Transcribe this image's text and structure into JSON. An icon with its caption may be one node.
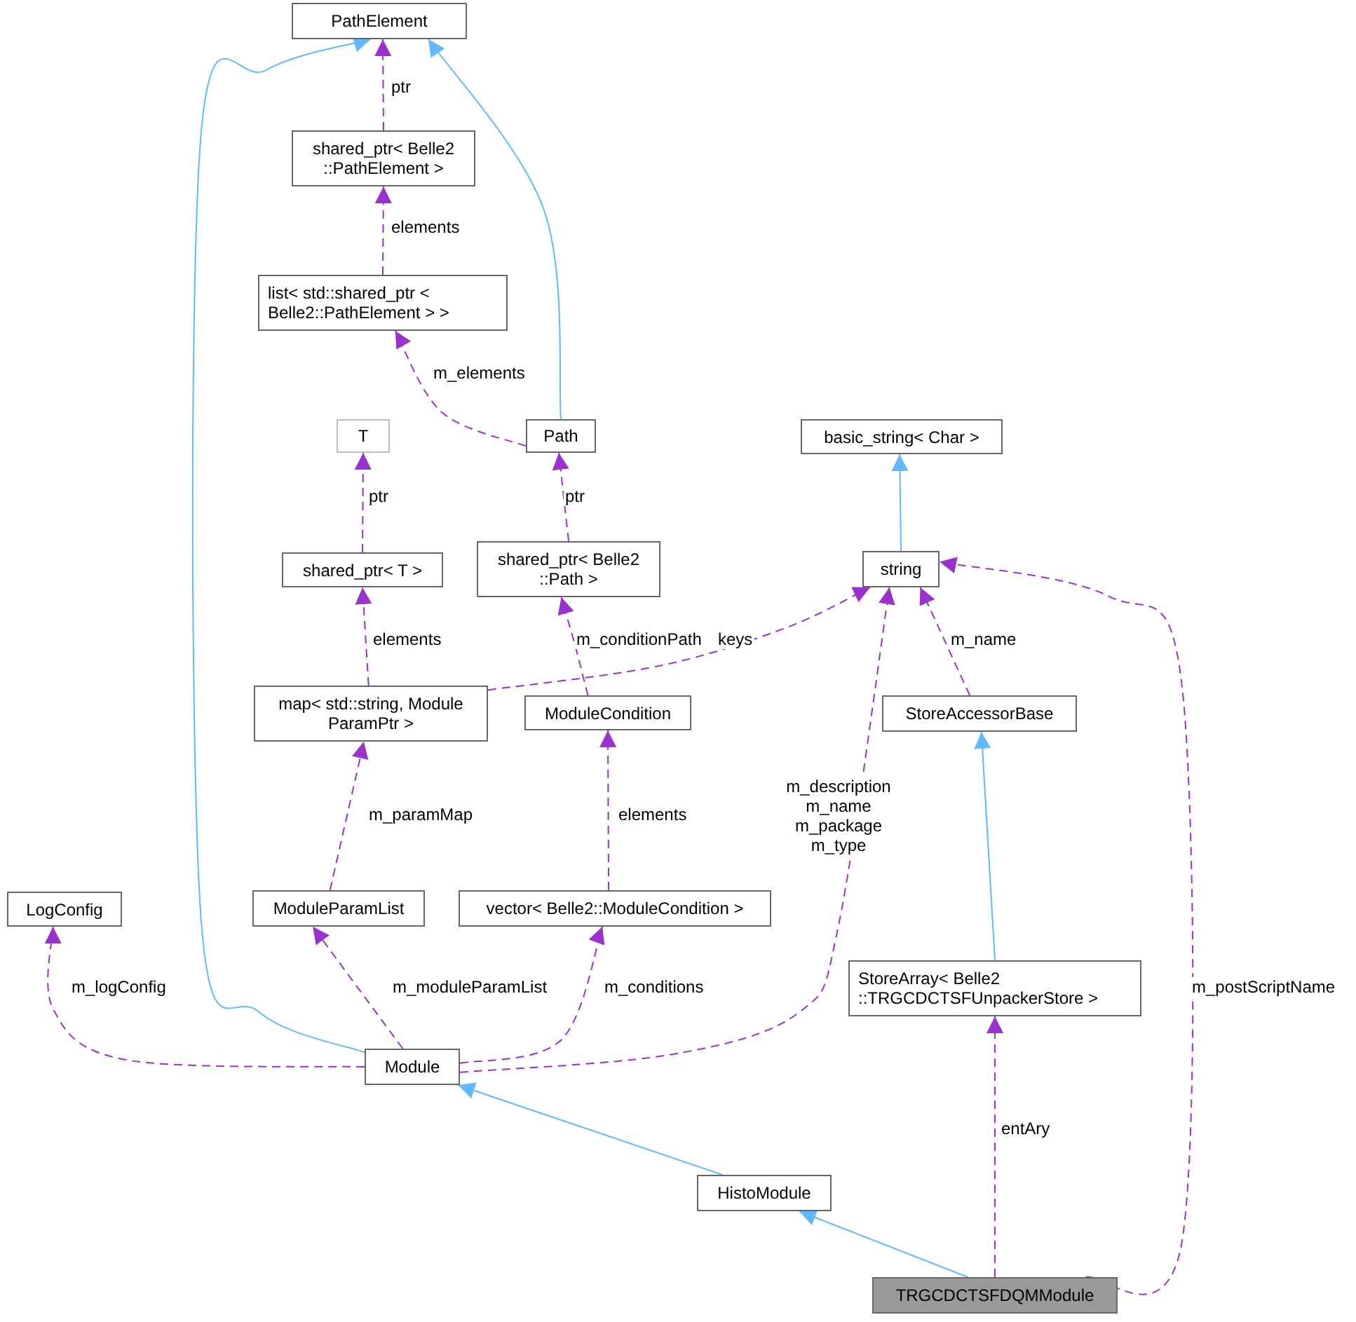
{
  "diagram": {
    "nodes": [
      {
        "text": [
          "PathElement"
        ]
      },
      {
        "text": [
          "shared_ptr< Belle2 ::PathElement >"
        ]
      },
      {
        "text": [
          "list< std::shared_ptr < Belle2::PathElement > >"
        ]
      },
      {
        "text": [
          "T"
        ]
      },
      {
        "text": [
          "Path"
        ]
      },
      {
        "text": [
          "basic_string< Char >"
        ]
      },
      {
        "text": [
          "shared_ptr< T >"
        ]
      },
      {
        "text": [
          "shared_ptr< Belle2 ::Path >"
        ]
      },
      {
        "text": [
          "string"
        ]
      },
      {
        "text": [
          "map< std::string, Module ParamPtr >"
        ]
      },
      {
        "text": [
          "ModuleCondition"
        ]
      },
      {
        "text": [
          "StoreAccessorBase"
        ]
      },
      {
        "text": [
          "LogConfig"
        ]
      },
      {
        "text": [
          "ModuleParamList"
        ]
      },
      {
        "text": [
          "vector< Belle2::ModuleCondition >"
        ]
      },
      {
        "text": [
          "StoreArray< Belle2 ::TRGCDCTSFUnpackerStore >"
        ]
      },
      {
        "text": [
          "Module"
        ]
      },
      {
        "text": [
          "HistoModule"
        ]
      },
      {
        "text": [
          "TRGCDCTSFDQMModule"
        ]
      }
    ],
    "edges": [
      {
        "from": 16,
        "to": 0,
        "arrow": "to",
        "color": "#63b8ff"
      },
      {
        "from": 4,
        "to": 0,
        "arrow": "to",
        "color": "#63b8ff"
      },
      {
        "from": 8,
        "to": 5,
        "arrow": "to",
        "color": "#63b8ff"
      },
      {
        "from": 15,
        "to": 11,
        "arrow": "to",
        "color": "#63b8ff"
      },
      {
        "from": 17,
        "to": 16,
        "arrow": "to",
        "color": "#63b8ff"
      },
      {
        "from": 18,
        "to": 17,
        "arrow": "to",
        "color": "#63b8ff"
      },
      {
        "from": 1,
        "to": 0,
        "arrow": "to",
        "style": "dashed",
        "label": "ptr"
      },
      {
        "from": 2,
        "to": 1,
        "arrow": "to",
        "style": "dashed",
        "label": "elements"
      },
      {
        "from": 4,
        "to": 2,
        "arrow": "to",
        "style": "dashed",
        "label": "m_elements"
      },
      {
        "from": 6,
        "to": 3,
        "arrow": "to",
        "style": "dashed",
        "label": "ptr"
      },
      {
        "from": 7,
        "to": 4,
        "arrow": "to",
        "style": "dashed",
        "label": "ptr"
      },
      {
        "from": 9,
        "to": 6,
        "arrow": "to",
        "style": "dashed",
        "label": "elements"
      },
      {
        "from": 9,
        "to": 8,
        "arrow": "to",
        "style": "dashed",
        "label": "keys"
      },
      {
        "from": 10,
        "to": 7,
        "arrow": "to",
        "style": "dashed",
        "label": "m_conditionPath"
      },
      {
        "from": 11,
        "to": 8,
        "arrow": "to",
        "style": "dashed",
        "label": "m_name"
      },
      {
        "from": 13,
        "to": 9,
        "arrow": "to",
        "style": "dashed",
        "label": "m_paramMap"
      },
      {
        "from": 14,
        "to": 10,
        "arrow": "to",
        "style": "dashed",
        "label": "elements"
      },
      {
        "from": 16,
        "to": 12,
        "arrow": "to",
        "style": "dashed",
        "label": "m_logConfig"
      },
      {
        "from": 16,
        "to": 13,
        "arrow": "to",
        "style": "dashed",
        "label": "m_moduleParamList"
      },
      {
        "from": 16,
        "to": 14,
        "arrow": "to",
        "style": "dashed",
        "label": "m_conditions"
      },
      {
        "from": 16,
        "to": 8,
        "arrow": "to",
        "style": "dashed",
        "label": "m_description m_name m_package m_type"
      },
      {
        "from": 18,
        "to": 15,
        "arrow": "to",
        "style": "dashed",
        "label": "entAry"
      },
      {
        "from": 18,
        "to": 8,
        "arrow": "to",
        "style": "dashed",
        "label": "m_postScriptName"
      }
    ]
  }
}
